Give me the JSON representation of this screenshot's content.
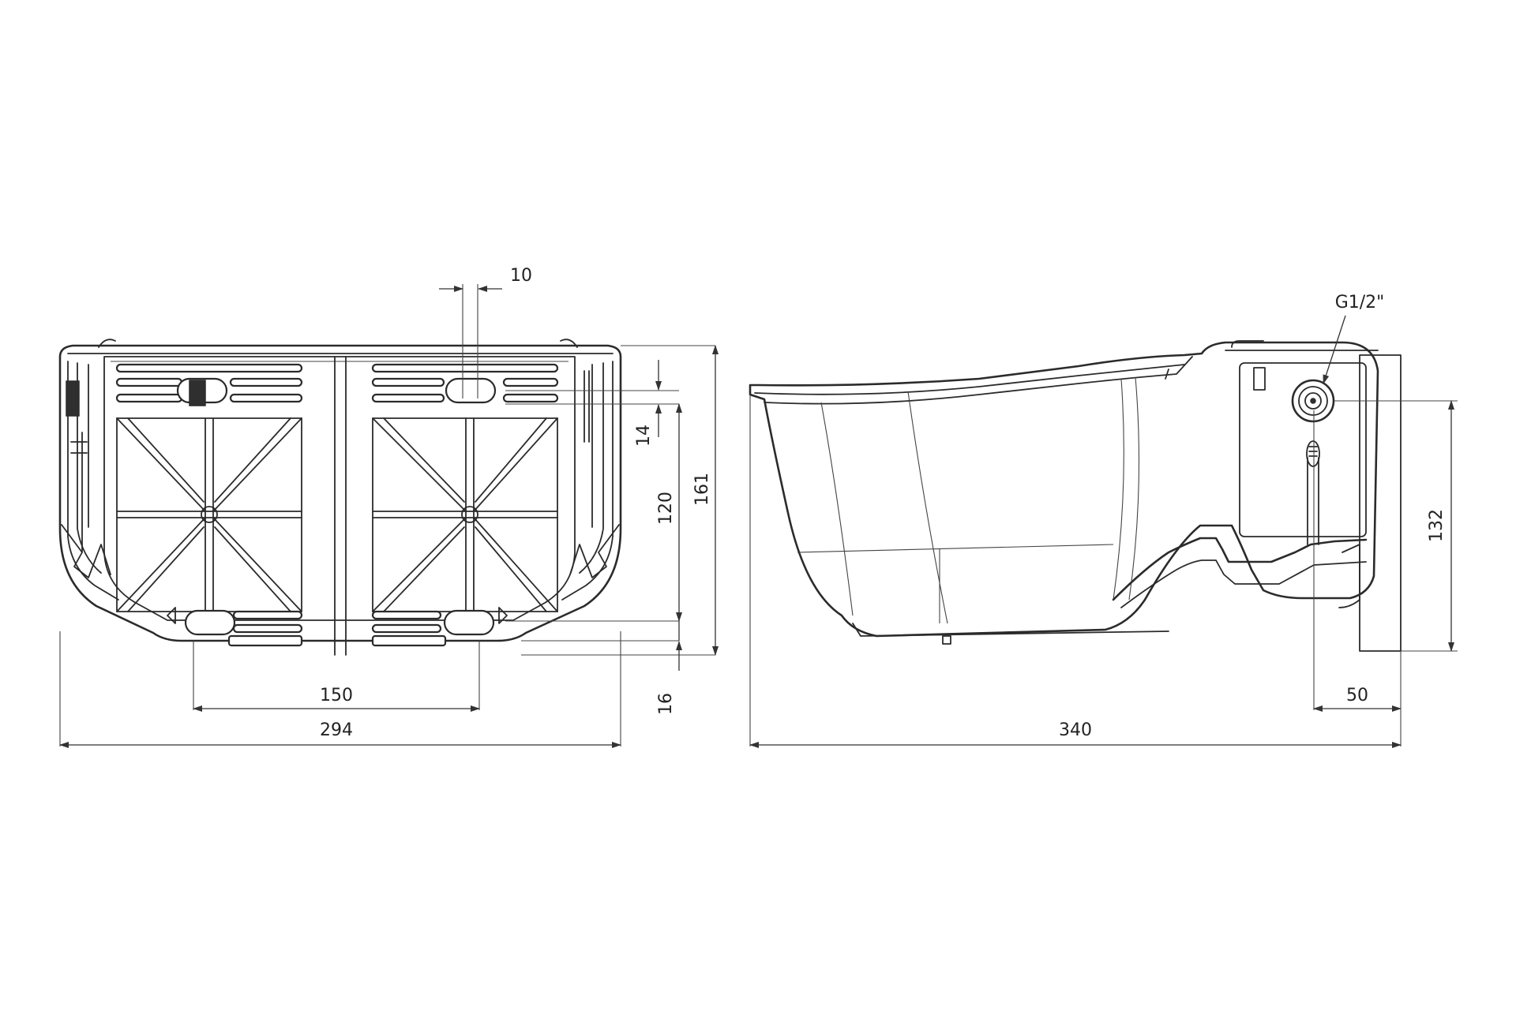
{
  "front_view": {
    "dimensions": {
      "d10": "10",
      "d14": "14",
      "d120": "120",
      "d161": "161",
      "d16": "16",
      "d150": "150",
      "d294": "294"
    }
  },
  "side_view": {
    "dimensions": {
      "thread": "G1/2\"",
      "d132": "132",
      "d50": "50",
      "d340": "340"
    }
  }
}
